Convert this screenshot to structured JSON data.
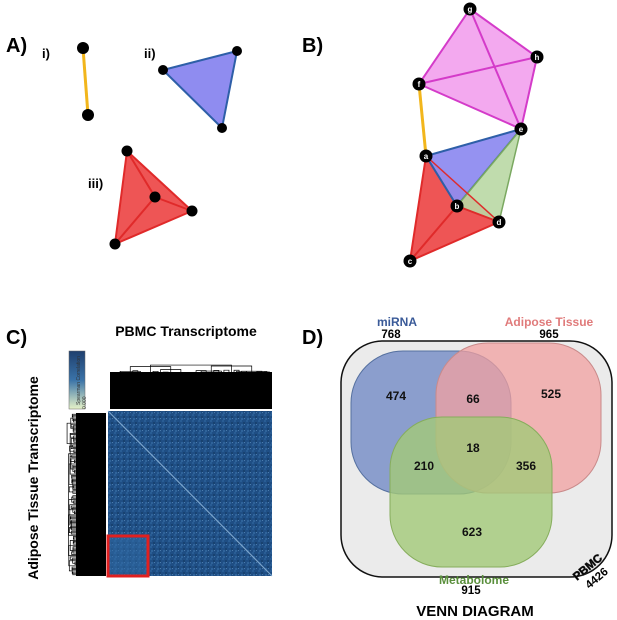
{
  "panelA": {
    "label": "A)",
    "sub_i": "i)",
    "sub_ii": "ii)",
    "sub_iii": "iii)"
  },
  "panelB": {
    "label": "B)",
    "nodes": [
      "g",
      "h",
      "f",
      "e",
      "a",
      "b",
      "d",
      "c"
    ]
  },
  "panelC": {
    "label": "C)",
    "title": "PBMC Transcriptome",
    "ylabel": "Adipose Tissue Transcriptome",
    "colorbar_top": "Spearman Correlation",
    "colorbar_bottom": "0.000"
  },
  "panelD": {
    "label": "D)",
    "title": "VENN DIAGRAM",
    "sets": [
      {
        "name": "miRNA",
        "total": "768",
        "color": "#3a5a98"
      },
      {
        "name": "Adipose Tissue",
        "total": "965",
        "color": "#e07b7b"
      },
      {
        "name": "Metabolome",
        "total": "915",
        "color": "#5a8f3c"
      },
      {
        "name": "PBMC",
        "total": "4426",
        "color": "#333333"
      }
    ],
    "regions": {
      "mirna_only": "474",
      "adipose_only": "525",
      "metabolome_only": "623",
      "mirna_adipose": "66",
      "mirna_metabolome": "210",
      "adipose_metabolome": "356",
      "all_three": "18"
    }
  },
  "colors": {
    "yellow_edge": "#f2b61c",
    "blue_fill": "#8f8cf0",
    "blue_edge": "#2e5fa8",
    "red_fill": "#ee5555",
    "red_edge": "#e02a2a",
    "magenta_fill": "#f3a9ef",
    "magenta_edge": "#d43bc9",
    "green_fill": "#b9d8a4",
    "heatmap": "#1f4e84"
  }
}
